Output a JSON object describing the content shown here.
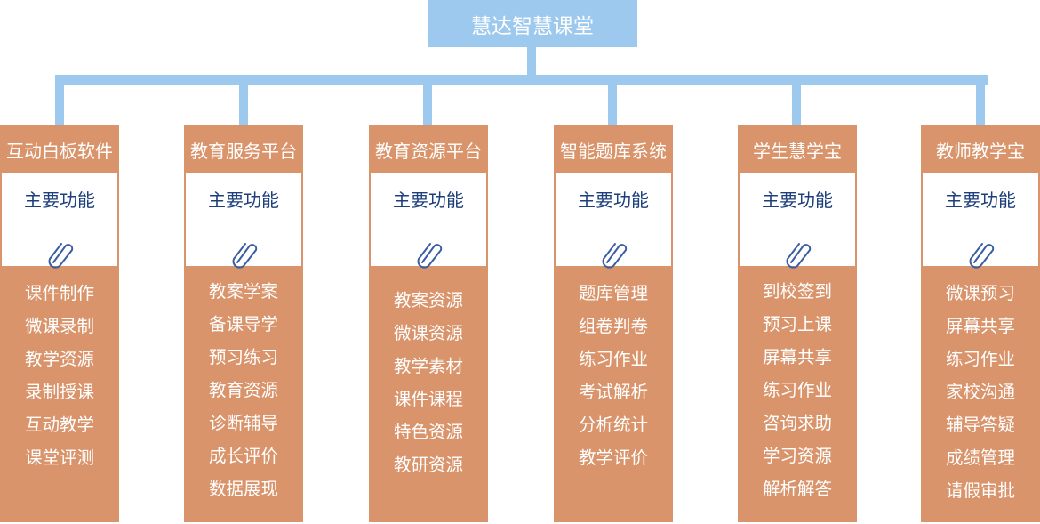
{
  "title": "慧达智慧课堂",
  "columns": [
    {
      "title": "互动白板软件",
      "function_label": "主要功能",
      "items": [
        "课件制作",
        "微课录制",
        "教学资源",
        "录制授课",
        "互动教学",
        "课堂评测"
      ]
    },
    {
      "title": "教育服务平台",
      "function_label": "主要功能",
      "items": [
        "教案学案",
        "备课导学",
        "预习练习",
        "教育资源",
        "诊断辅导",
        "成长评价",
        "数据展现"
      ]
    },
    {
      "title": "教育资源平台",
      "function_label": "主要功能",
      "items": [
        "教案资源",
        "微课资源",
        "教学素材",
        "课件课程",
        "特色资源",
        "教研资源"
      ]
    },
    {
      "title": "智能题库系统",
      "function_label": "主要功能",
      "items": [
        "题库管理",
        "组卷判卷",
        "练习作业",
        "考试解析",
        "分析统计",
        "教学评价"
      ]
    },
    {
      "title": "学生慧学宝",
      "function_label": "主要功能",
      "items": [
        "到校签到",
        "预习上课",
        "屏幕共享",
        "练习作业",
        "咨询求助",
        "学习资源",
        "解析解答"
      ]
    },
    {
      "title": "教师教学宝",
      "function_label": "主要功能",
      "items": [
        "微课预习",
        "屏幕共享",
        "练习作业",
        "家校沟通",
        "辅导答疑",
        "成绩管理",
        "请假审批"
      ]
    }
  ],
  "colors": {
    "root_fill": "#9ec9ee",
    "connector": "#9ec9ee",
    "column_fill": "#d9946b",
    "function_text": "#1d3f7c",
    "clip_icon": "#3a5ea0"
  },
  "icons": {
    "attachment": "paperclip-icon"
  }
}
